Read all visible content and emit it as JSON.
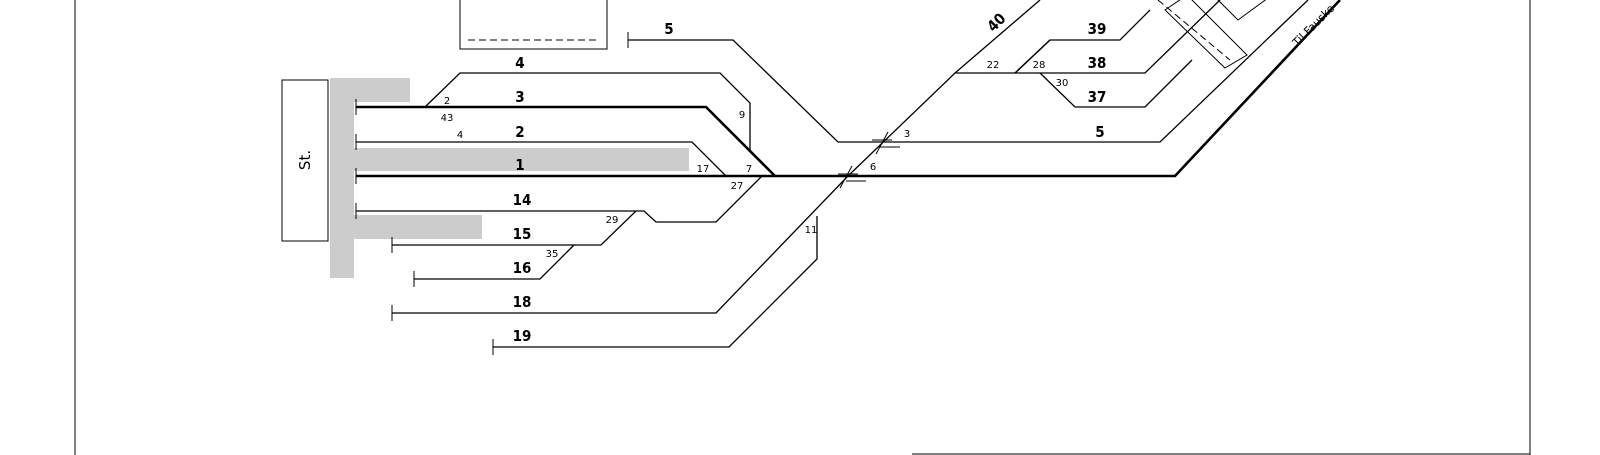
{
  "station": {
    "building_label": "St."
  },
  "direction_label": "Til Fauske",
  "tracks": {
    "t40": "40",
    "t39": "39",
    "t38": "38",
    "t37": "37",
    "t5_top": "5",
    "t5_right": "5",
    "t4": "4",
    "t3": "3",
    "t2": "2",
    "t1": "1",
    "t14": "14",
    "t15": "15",
    "t16": "16",
    "t18": "18",
    "t19": "19"
  },
  "switches": {
    "s2": "2",
    "s43": "43",
    "s4": "4",
    "s9": "9",
    "s17": "17",
    "s7": "7",
    "s27": "27",
    "s29": "29",
    "s35": "35",
    "s11": "11",
    "s3": "3",
    "s6": "6",
    "s22": "22",
    "s28": "28",
    "s30": "30"
  }
}
